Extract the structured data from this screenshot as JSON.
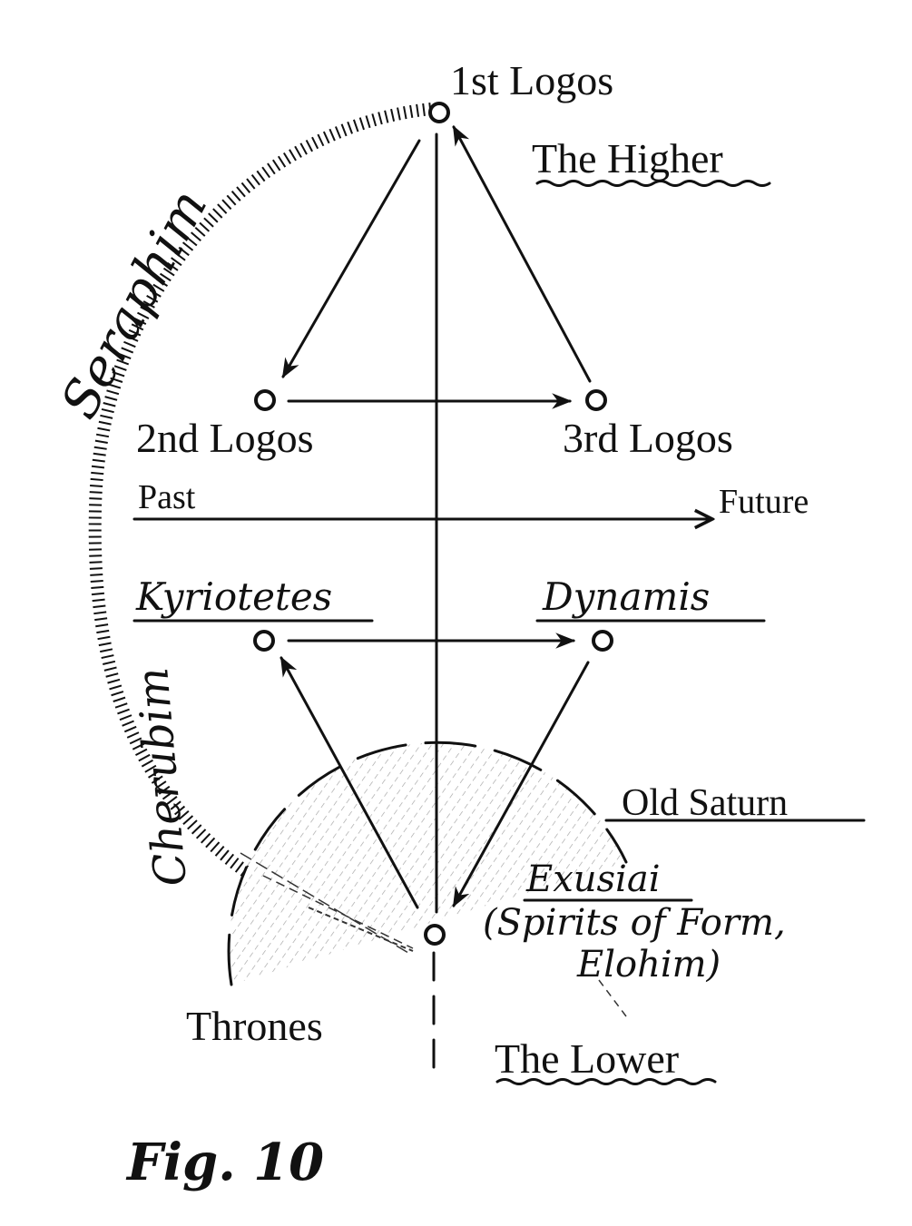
{
  "nodes": {
    "first_logos": "1st Logos",
    "second_logos": "2nd Logos",
    "third_logos": "3rd Logos",
    "kyriotetes": "Kyriotetes",
    "dynamis": "Dynamis",
    "exusiai": "Exusiai",
    "exusiai_note_line1": "(Spirits of Form,",
    "exusiai_note_line2": "Elohim)"
  },
  "labels": {
    "higher": "The Higher",
    "lower": "The Lower",
    "past": "Past",
    "future": "Future",
    "seraphim": "Seraphim",
    "cherubim": "Cherubim",
    "old_saturn": "Old Saturn",
    "thrones": "Thrones"
  },
  "caption": "Fig. 10"
}
